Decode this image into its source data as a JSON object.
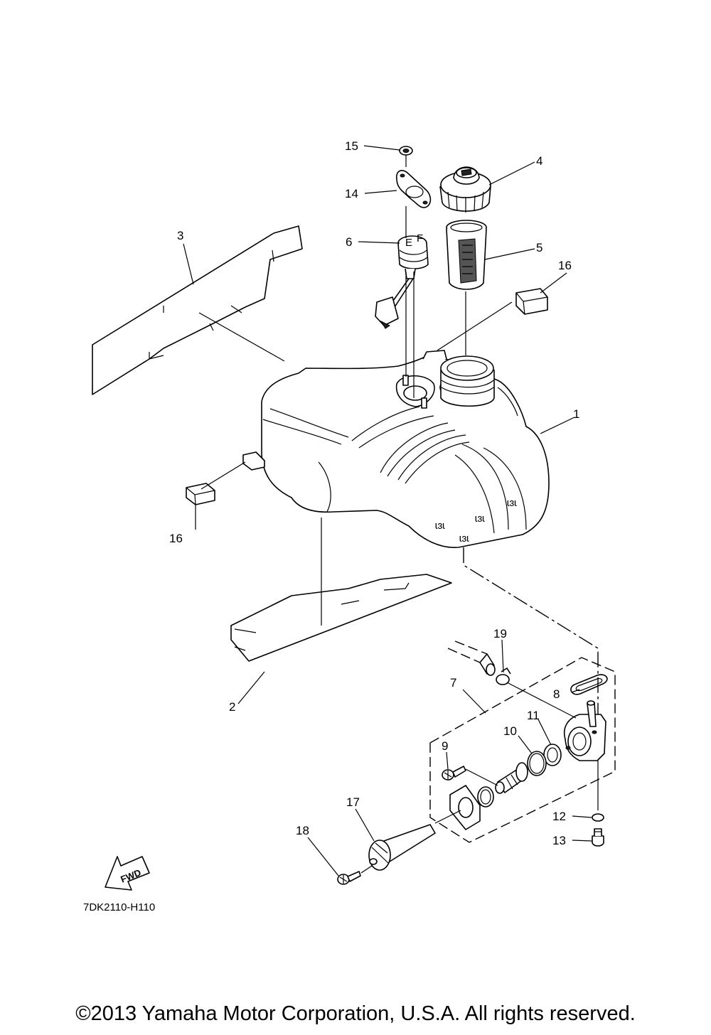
{
  "diagram": {
    "part_labels": [
      "1",
      "2",
      "3",
      "4",
      "5",
      "6",
      "7",
      "8",
      "9",
      "10",
      "11",
      "12",
      "13",
      "14",
      "15",
      "16",
      "16",
      "17",
      "18",
      "19"
    ],
    "fwd_label": "FWD",
    "drawing_code": "7DK2110-H110"
  },
  "footer": {
    "copyright": "©2013 Yamaha Motor Corporation, U.S.A. All rights reserved."
  }
}
